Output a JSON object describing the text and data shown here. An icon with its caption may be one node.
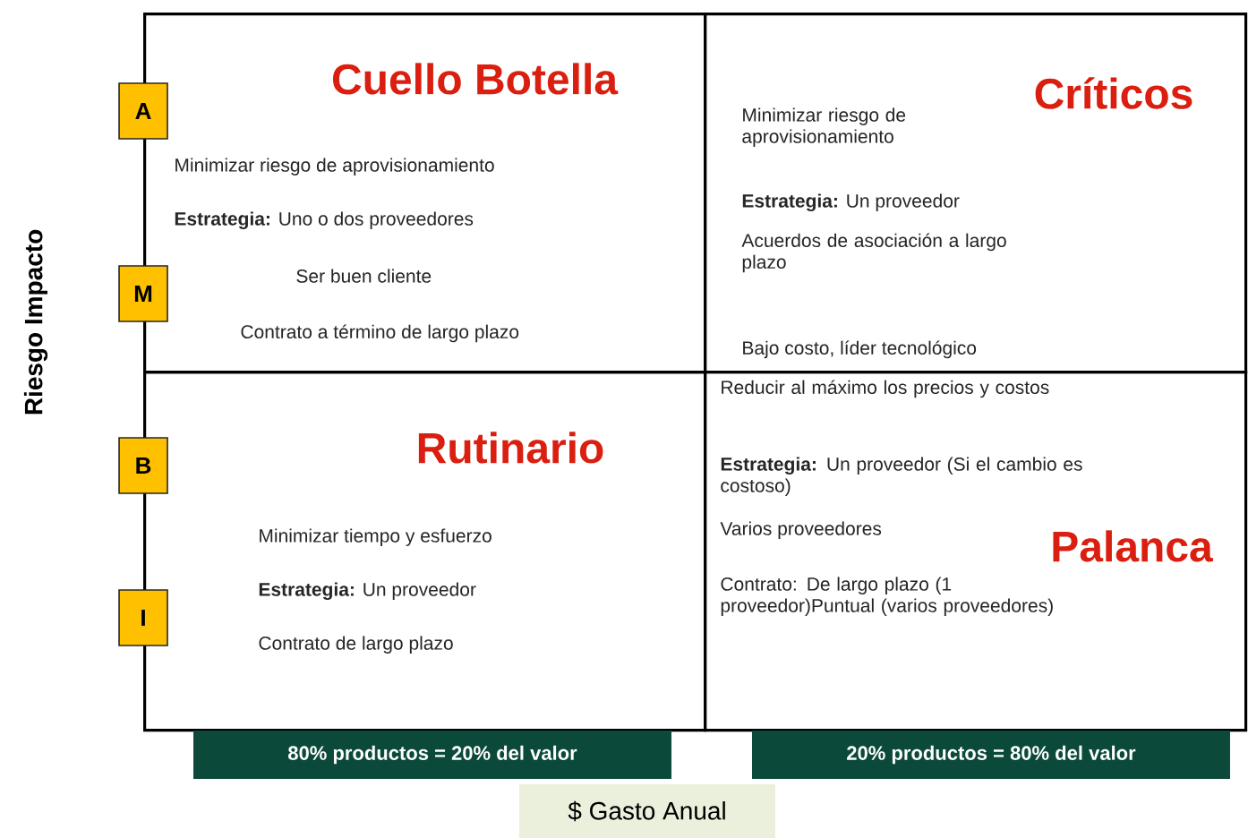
{
  "diagram": {
    "nodes": [
      {
        "text": [
          "Cuello Botella",
          "Minimizar riesgo de aprovisionamiento",
          "**Estrategia:** Uno o dos proveedores",
          "Ser buen cliente",
          "Contrato a término de largo plazo"
        ]
      },
      {
        "text": [
          "Críticos",
          "Minimizar riesgo de aprovisionamiento",
          "**Estrategia:** Un proveedor",
          "Acuerdos de asociación a largo plazo",
          "Bajo costo, líder tecnológico"
        ]
      },
      {
        "text": [
          "Rutinario",
          "Minimizar tiempo y esfuerzo",
          "**Estrategia:** Un proveedor",
          "Contrato de largo plazo"
        ]
      },
      {
        "text": [
          "Palanca",
          "Reducir al máximo los precios y costos",
          "**Estrategia:** Un proveedor (Si el cambio es costoso)",
          "Varios proveedores",
          "Contrato: De largo plazo (1 proveedor)Puntual (varios proveedores)"
        ]
      },
      {
        "text": [
          "A"
        ]
      },
      {
        "text": [
          "M"
        ]
      },
      {
        "text": [
          "B"
        ]
      },
      {
        "text": [
          "I"
        ]
      },
      {
        "text": [
          "80% productos = 20% del valor"
        ]
      },
      {
        "text": [
          "20% productos = 80% del valor"
        ]
      },
      {
        "text": [
          "$ Gasto Anual"
        ]
      }
    ],
    "edges": [],
    "labels": [
      "Riesgo Impacto"
    ]
  }
}
